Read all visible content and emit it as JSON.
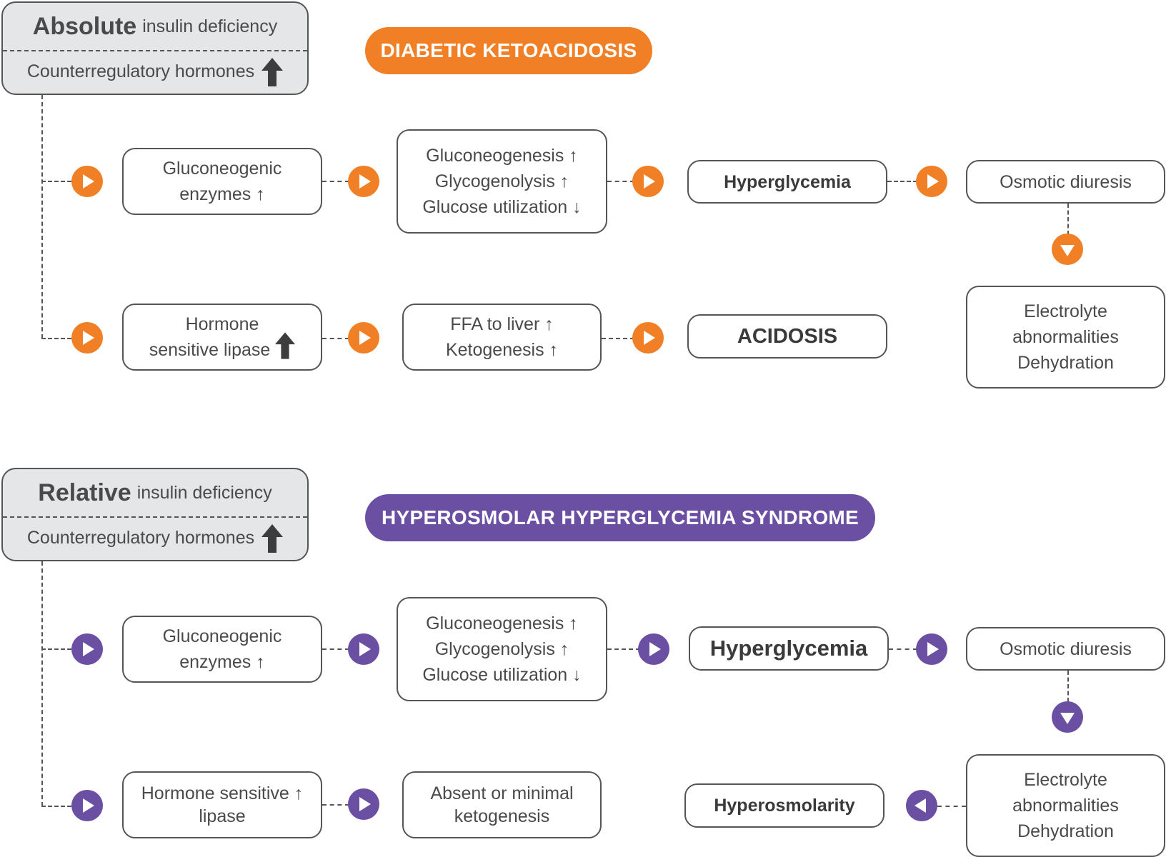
{
  "colors": {
    "dka": "#f07f25",
    "hhs": "#6b4fa3",
    "header_bg": "#e4e6e7",
    "border": "#555555",
    "text": "#4a4a4a"
  },
  "dka": {
    "header": {
      "strong": "Absolute",
      "rest": "insulin deficiency",
      "hormones": "Counterregulatory hormones"
    },
    "title": "DIABETIC KETOACIDOSIS",
    "gluco_enzymes": [
      "Gluconeogenic",
      "enzymes ↑"
    ],
    "glucose_path": [
      "Gluconeogenesis ↑",
      "Glycogenolysis ↑",
      "Glucose utilization ↓"
    ],
    "hyperglycemia": "Hyperglycemia",
    "osmotic": "Osmotic diuresis",
    "lipase": [
      "Hormone",
      "sensitive lipase"
    ],
    "ffa": [
      "FFA to liver ↑",
      "Ketogenesis ↑"
    ],
    "acidosis": "ACIDOSIS",
    "electrolyte": [
      "Electrolyte",
      "abnormalities",
      "Dehydration"
    ]
  },
  "hhs": {
    "header": {
      "strong": "Relative",
      "rest": "insulin deficiency",
      "hormones": "Counterregulatory hormones"
    },
    "title": "HYPEROSMOLAR HYPERGLYCEMIA SYNDROME",
    "gluco_enzymes": [
      "Gluconeogenic",
      "enzymes ↑"
    ],
    "glucose_path": [
      "Gluconeogenesis ↑",
      "Glycogenolysis ↑",
      "Glucose utilization ↓"
    ],
    "hyperglycemia": "Hyperglycemia",
    "osmotic": "Osmotic diuresis",
    "lipase": [
      "Hormone sensitive ↑",
      "lipase"
    ],
    "ketogenesis": [
      "Absent or minimal",
      "ketogenesis"
    ],
    "hyperosmolarity": "Hyperosmolarity",
    "electrolyte": [
      "Electrolyte",
      "abnormalities",
      "Dehydration"
    ]
  }
}
